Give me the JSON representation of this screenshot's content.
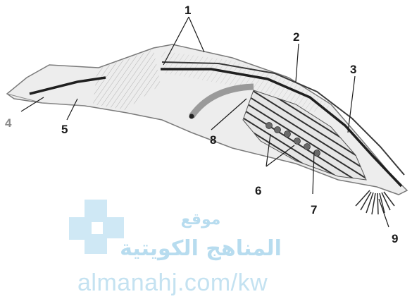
{
  "diagram": {
    "labels": [
      "1",
      "2",
      "3",
      "4",
      "5",
      "6",
      "7",
      "8",
      "9"
    ]
  },
  "watermark": {
    "line1": "موقع",
    "line2": "المناهج الكويتية",
    "url": "almanahj.com/kw"
  }
}
